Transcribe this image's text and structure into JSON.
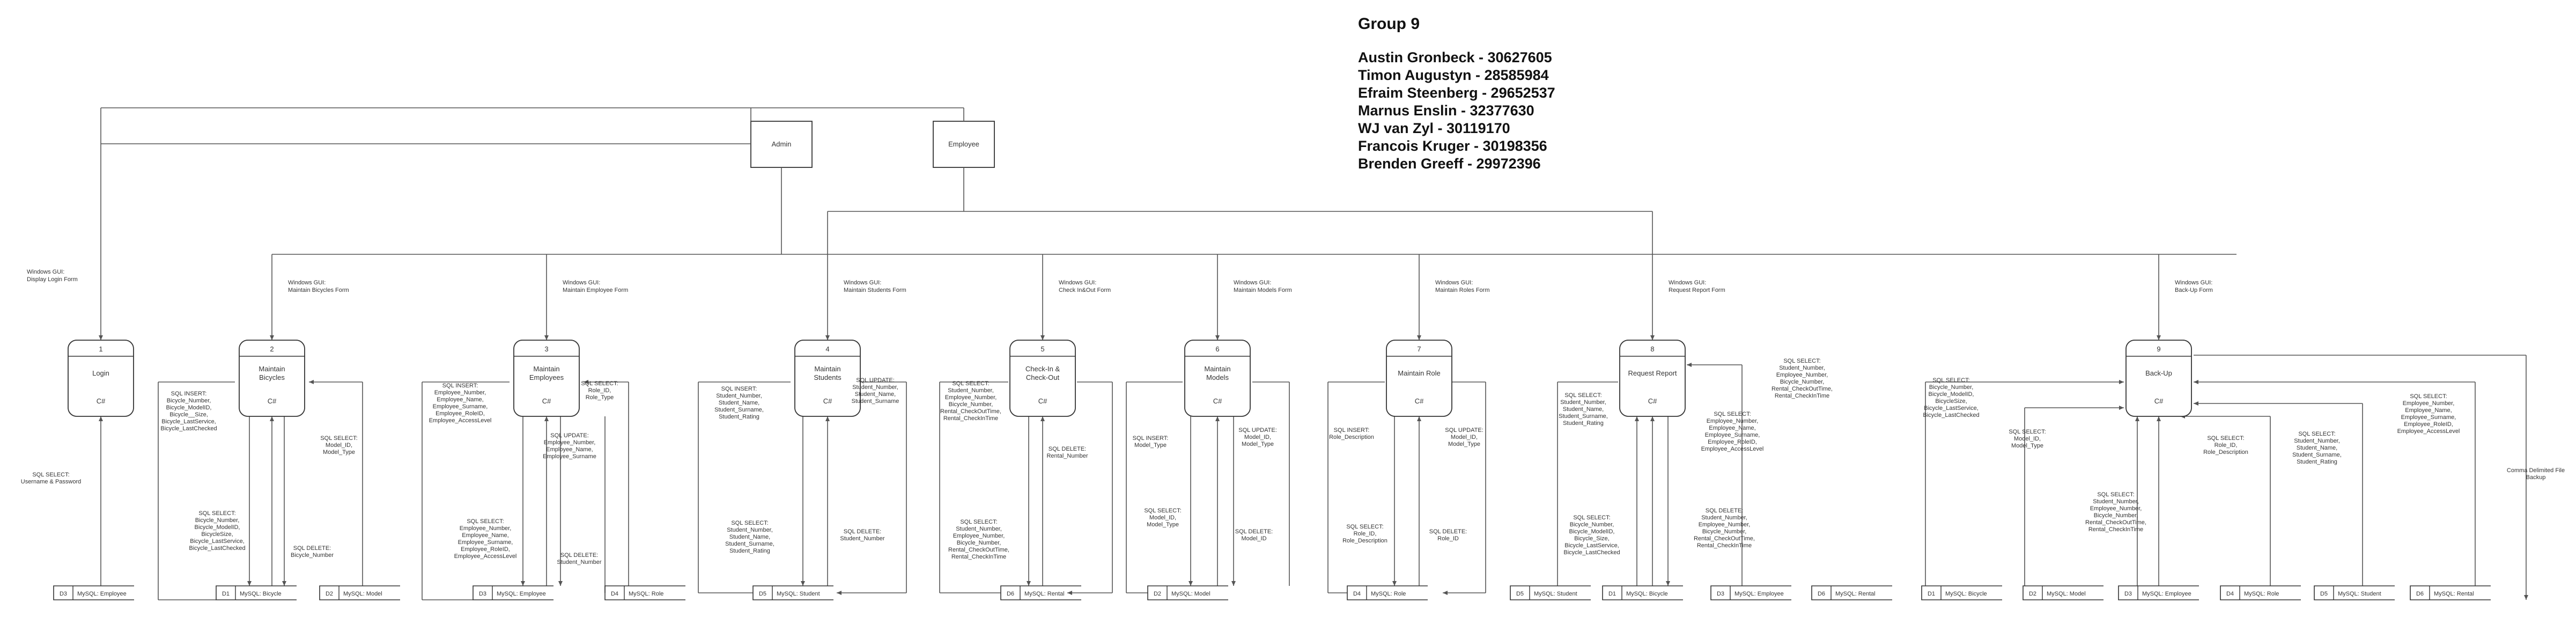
{
  "title": "Group 9",
  "members": [
    "Austin Gronbeck - 30627605",
    "Timon Augustyn - 28585984",
    "Efraim Steenberg - 29652537",
    "Marnus Enslin - 32377630",
    "WJ van Zyl - 30119170",
    "Francois Kruger - 30198356",
    "Brenden Greeff - 29972396"
  ],
  "entities": {
    "admin": "Admin",
    "employee": "Employee"
  },
  "processes": [
    {
      "num": "1",
      "name": [
        "Login"
      ],
      "lang": "C#",
      "gui": [
        "Windows GUI:",
        "Display Login Form"
      ]
    },
    {
      "num": "2",
      "name": [
        "Maintain",
        "Bicycles"
      ],
      "lang": "C#",
      "gui": [
        "Windows GUI:",
        "Maintain Bicycles  Form"
      ]
    },
    {
      "num": "3",
      "name": [
        "Maintain",
        "Employees"
      ],
      "lang": "C#",
      "gui": [
        "Windows GUI:",
        "Maintain Employee  Form"
      ]
    },
    {
      "num": "4",
      "name": [
        "Maintain",
        "Students"
      ],
      "lang": "C#",
      "gui": [
        "Windows GUI:",
        "Maintain Students  Form"
      ]
    },
    {
      "num": "5",
      "name": [
        "Check-In &",
        "Check-Out"
      ],
      "lang": "C#",
      "gui": [
        "Windows GUI:",
        "Check In&Out  Form"
      ]
    },
    {
      "num": "6",
      "name": [
        "Maintain",
        "Models"
      ],
      "lang": "C#",
      "gui": [
        "Windows GUI:",
        "Maintain Models Form"
      ]
    },
    {
      "num": "7",
      "name": [
        "Maintain Role"
      ],
      "lang": "C#",
      "gui": [
        "Windows GUI:",
        "Maintain Roles Form"
      ]
    },
    {
      "num": "8",
      "name": [
        "Request Report"
      ],
      "lang": "C#",
      "gui": [
        "Windows GUI:",
        "Request Report  Form"
      ]
    },
    {
      "num": "9",
      "name": [
        "Back-Up"
      ],
      "lang": "C#",
      "gui": [
        "Windows GUI:",
        "Back-Up Form"
      ]
    }
  ],
  "datastores": [
    {
      "id": "D3",
      "name": "MySQL: Employee"
    },
    {
      "id": "D1",
      "name": "MySQL: Bicycle"
    },
    {
      "id": "D2",
      "name": "MySQL: Model"
    },
    {
      "id": "D3",
      "name": "MySQL: Employee"
    },
    {
      "id": "D4",
      "name": "MySQL: Role"
    },
    {
      "id": "D5",
      "name": "MySQL: Student"
    },
    {
      "id": "D6",
      "name": "MySQL: Rental"
    },
    {
      "id": "D2",
      "name": "MySQL: Model"
    },
    {
      "id": "D4",
      "name": "MySQL: Role"
    },
    {
      "id": "D5",
      "name": "MySQL: Student"
    },
    {
      "id": "D1",
      "name": "MySQL: Bicycle"
    },
    {
      "id": "D3",
      "name": "MySQL: Employee"
    },
    {
      "id": "D6",
      "name": "MySQL: Rental"
    },
    {
      "id": "D1",
      "name": "MySQL: Bicycle"
    },
    {
      "id": "D2",
      "name": "MySQL: Model"
    },
    {
      "id": "D3",
      "name": "MySQL: Employee"
    },
    {
      "id": "D4",
      "name": "MySQL: Role"
    },
    {
      "id": "D5",
      "name": "MySQL: Student"
    },
    {
      "id": "D6",
      "name": "MySQL: Rental"
    }
  ],
  "flow_labels": [
    [
      "SQL SELECT:",
      "Username & Password"
    ],
    [
      "SQL INSERT:",
      "Bicycle_Number,",
      "Bicycle_ModelID,",
      "Bicycle__Size,",
      "Bicycle_LastService,",
      "Bicycle_LastChecked"
    ],
    [
      "SQL SELECT:",
      "Model_ID,",
      "Model_Type"
    ],
    [
      "SQL SELECT:",
      "Bicycle_Number,",
      "Bicycle_ModelID,",
      "BicycleSize,",
      "Bicycle_LastService,",
      "Bicycle_LastChecked"
    ],
    [
      "SQL DELETE:",
      "Bicycle_Number"
    ],
    [
      "SQL INSERT:",
      "Employee_Number,",
      "Employee_Name,",
      "Employee_Surname,",
      "Employee_RoleID,",
      "Employee_AccessLevel"
    ],
    [
      "SQL SELECT:",
      "Role_ID,",
      "Role_Type"
    ],
    [
      "SQL UPDATE:",
      "Employee_Number,",
      "Employee_Name,",
      "Employee_Surname"
    ],
    [
      "SQL SELECT:",
      "Employee_Number,",
      "Employee_Name,",
      "Employee_Surname,",
      "Employee_RoleID,",
      "Employee_AccessLevel"
    ],
    [
      "SQL DELETE:",
      "Student_Number"
    ],
    [
      "SQL INSERT:",
      "Student_Number,",
      "Student_Name,",
      "Student_Surname,",
      "Student_Rating"
    ],
    [
      "SQL UPDATE:",
      "Student_Number,",
      "Student_Name,",
      "Student_Surname"
    ],
    [
      "SQL SELECT:",
      "Student_Number,",
      "Student_Name,",
      "Student_Surname,",
      "Student_Rating"
    ],
    [
      "SQL DELETE:",
      "Student_Number"
    ],
    [
      "SQL SELECT:",
      "Student_Number,",
      "Employee_Number,",
      "Bicycle_Number,",
      "Rental_CheckOutTime,",
      "Rental_CheckInTime"
    ],
    [
      "SQL DELETE:",
      "Rental_Number"
    ],
    [
      "SQL SELECT:",
      "Student_Number,",
      "Employee_Number,",
      "Bicycle_Number,",
      "Rental_CheckOutTime,",
      "Rental_CheckInTime"
    ],
    [
      "SQL INSERT:",
      "Model_Type"
    ],
    [
      "SQL UPDATE:",
      "Model_ID,",
      "Model_Type"
    ],
    [
      "SQL SELECT:",
      "Model_ID,",
      "Model_Type"
    ],
    [
      "SQL DELETE:",
      "Model_ID"
    ],
    [
      "SQL INSERT:",
      "Role_Description"
    ],
    [
      "SQL UPDATE:",
      "Model_ID,",
      "Model_Type"
    ],
    [
      "SQL SELECT:",
      "Role_ID,",
      "Role_Description"
    ],
    [
      "SQL DELETE:",
      "Role_ID"
    ],
    [
      "SQL SELECT:",
      "Student_Number,",
      "Student_Name,",
      "Student_Surname,",
      "Student_Rating"
    ],
    [
      "SQL SELECT:",
      "Employee_Number,",
      "Employee_Name,",
      "Employee_Surname,",
      "Employee_RoleID,",
      "Employee_AccessLevel"
    ],
    [
      "SQL SELECT:",
      "Student_Number,",
      "Employee_Number,",
      "Bicycle_Number,",
      "Rental_CheckOutTime,",
      "Rental_CheckInTime"
    ],
    [
      "SQL SELECT:",
      "Bicycle_Number,",
      "Bicycle_ModelID,",
      "Bicycle_Size,",
      "Bicycle_LastService,",
      "Bicycle_LastChecked"
    ],
    [
      "SQL DELETE:",
      "Student_Number,",
      "Employee_Number,",
      "Bicycle_Number,",
      "Rental_CheckOutTime,",
      "Rental_CheckInTime"
    ],
    [
      "SQL SELECT:",
      "Bicycle_Number,",
      "Bicycle_ModelID,",
      "BicycleSize,",
      "Bicycle_LastService,",
      "Bicycle_LastChecked"
    ],
    [
      "SQL SELECT:",
      "Model_ID,",
      "Model_Type"
    ],
    [
      "SQL SELECT:",
      "Role_ID,",
      "Role_Description"
    ],
    [
      "SQL SELECT:",
      "Student_Number,",
      "Student_Name,",
      "Student_Surname,",
      "Student_Rating"
    ],
    [
      "SQL SELECT:",
      "Student_Number,",
      "Employee_Number,",
      "Bicycle_Number,",
      "Rental_CheckOutTime,",
      "Rental_CheckInTime"
    ],
    [
      "SQL SELECT:",
      "Employee_Number,",
      "Employee_Name,",
      "Employee_Surname,",
      "Employee_RoleID,",
      "Employee_AccessLevel"
    ],
    [
      "Comma Delimited File",
      "Backup"
    ]
  ]
}
